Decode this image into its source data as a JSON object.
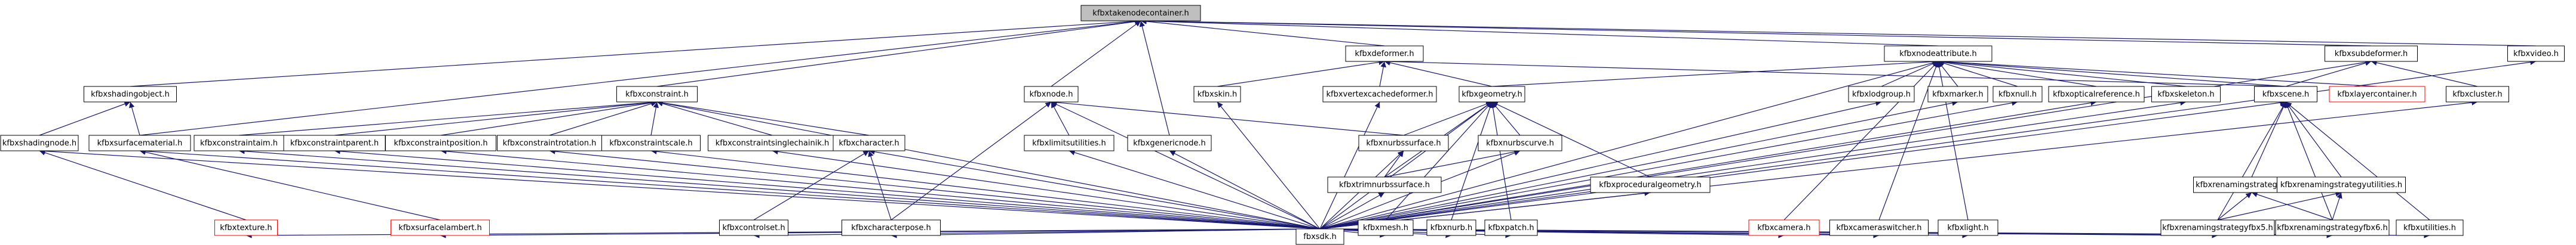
{
  "diagram": {
    "nodes": [
      {
        "id": "n_container",
        "label": "kfbxtakenodecontainer.h",
        "style": "root"
      },
      {
        "id": "n_shadingobject",
        "label": "kfbxshadingobject.h",
        "style": "normal"
      },
      {
        "id": "n_constraint",
        "label": "kfbxconstraint.h",
        "style": "normal"
      },
      {
        "id": "n_node",
        "label": "kfbxnode.h",
        "style": "normal"
      },
      {
        "id": "n_deformer",
        "label": "kfbxdeformer.h",
        "style": "normal"
      },
      {
        "id": "n_nodeattribute",
        "label": "kfbxnodeattribute.h",
        "style": "normal"
      },
      {
        "id": "n_subdeformer",
        "label": "kfbxsubdeformer.h",
        "style": "normal"
      },
      {
        "id": "n_video",
        "label": "kfbxvideo.h",
        "style": "normal"
      },
      {
        "id": "n_shadingnode",
        "label": "kfbxshadingnode.h",
        "style": "normal"
      },
      {
        "id": "n_surfacematerial",
        "label": "kfbxsurfacematerial.h",
        "style": "normal"
      },
      {
        "id": "n_constraintaim",
        "label": "kfbxconstraintaim.h",
        "style": "normal"
      },
      {
        "id": "n_constraintparent",
        "label": "kfbxconstraintparent.h",
        "style": "normal"
      },
      {
        "id": "n_constraintposition",
        "label": "kfbxconstraintposition.h",
        "style": "normal"
      },
      {
        "id": "n_constraintrotation",
        "label": "kfbxconstraintrotation.h",
        "style": "normal"
      },
      {
        "id": "n_constraintscale",
        "label": "kfbxconstraintscale.h",
        "style": "normal"
      },
      {
        "id": "n_constraintsinglechainik",
        "label": "kfbxconstraintsinglechainik.h",
        "style": "normal"
      },
      {
        "id": "n_character",
        "label": "kfbxcharacter.h",
        "style": "normal"
      },
      {
        "id": "n_limitsutilities",
        "label": "kfbxlimitsutilities.h",
        "style": "normal"
      },
      {
        "id": "n_skin",
        "label": "kfbxskin.h",
        "style": "normal"
      },
      {
        "id": "n_genericnode",
        "label": "kfbxgenericnode.h",
        "style": "normal"
      },
      {
        "id": "n_vertexcachedeformer",
        "label": "kfbxvertexcachedeformer.h",
        "style": "normal"
      },
      {
        "id": "n_geometry",
        "label": "kfbxgeometry.h",
        "style": "normal"
      },
      {
        "id": "n_nurbssurface",
        "label": "kfbxnurbssurface.h",
        "style": "normal"
      },
      {
        "id": "n_nurbscurve",
        "label": "kfbxnurbscurve.h",
        "style": "normal"
      },
      {
        "id": "n_proceduralgeometry",
        "label": "kfbxproceduralgeometry.h",
        "style": "normal"
      },
      {
        "id": "n_trimnurbssurface",
        "label": "kfbxtrimnurbssurface.h",
        "style": "normal"
      },
      {
        "id": "n_mesh",
        "label": "kfbxmesh.h",
        "style": "normal"
      },
      {
        "id": "n_nurb",
        "label": "kfbxnurb.h",
        "style": "normal"
      },
      {
        "id": "n_patch",
        "label": "kfbxpatch.h",
        "style": "normal"
      },
      {
        "id": "n_lodgroup",
        "label": "kfbxlodgroup.h",
        "style": "normal"
      },
      {
        "id": "n_marker",
        "label": "kfbxmarker.h",
        "style": "normal"
      },
      {
        "id": "n_null",
        "label": "kfbxnull.h",
        "style": "normal"
      },
      {
        "id": "n_opticalreference",
        "label": "kfbxopticalreference.h",
        "style": "normal"
      },
      {
        "id": "n_skeleton",
        "label": "kfbxskeleton.h",
        "style": "normal"
      },
      {
        "id": "n_scene",
        "label": "kfbxscene.h",
        "style": "normal"
      },
      {
        "id": "n_layercontainer",
        "label": "kfbxlayercontainer.h",
        "style": "red"
      },
      {
        "id": "n_cluster",
        "label": "kfbxcluster.h",
        "style": "normal"
      },
      {
        "id": "n_camera",
        "label": "kfbxcamera.h",
        "style": "red"
      },
      {
        "id": "n_cameraswitcher",
        "label": "kfbxcameraswitcher.h",
        "style": "normal"
      },
      {
        "id": "n_light",
        "label": "kfbxlight.h",
        "style": "normal"
      },
      {
        "id": "n_renamingstrategybase",
        "label": "kfbxrenamingstrategybase.h",
        "style": "normal"
      },
      {
        "id": "n_renamingstrategyutilities",
        "label": "kfbxrenamingstrategyutilities.h",
        "style": "normal"
      },
      {
        "id": "n_renamingstrategyfbx5",
        "label": "kfbxrenamingstrategyfbx5.h",
        "style": "normal"
      },
      {
        "id": "n_renamingstrategyfbx6",
        "label": "kfbxrenamingstrategyfbx6.h",
        "style": "normal"
      },
      {
        "id": "n_utilities",
        "label": "kfbxutilities.h",
        "style": "normal"
      },
      {
        "id": "n_texture",
        "label": "kfbxtexture.h",
        "style": "red"
      },
      {
        "id": "n_surfacelambert",
        "label": "kfbxsurfacelambert.h",
        "style": "red"
      },
      {
        "id": "n_controlset",
        "label": "kfbxcontrolset.h",
        "style": "normal"
      },
      {
        "id": "n_characterpose",
        "label": "kfbxcharacterpose.h",
        "style": "normal"
      },
      {
        "id": "n_sdk",
        "label": "fbxsdk.h",
        "style": "normal"
      }
    ],
    "edges": [
      [
        "n_shadingobject",
        "n_container"
      ],
      [
        "n_constraint",
        "n_container"
      ],
      [
        "n_node",
        "n_container"
      ],
      [
        "n_deformer",
        "n_container"
      ],
      [
        "n_nodeattribute",
        "n_container"
      ],
      [
        "n_subdeformer",
        "n_container"
      ],
      [
        "n_video",
        "n_container"
      ],
      [
        "n_surfacematerial",
        "n_container"
      ],
      [
        "n_genericnode",
        "n_container"
      ],
      [
        "n_shadingnode",
        "n_shadingobject"
      ],
      [
        "n_surfacematerial",
        "n_shadingobject"
      ],
      [
        "n_constraintaim",
        "n_constraint"
      ],
      [
        "n_constraintparent",
        "n_constraint"
      ],
      [
        "n_constraintposition",
        "n_constraint"
      ],
      [
        "n_constraintrotation",
        "n_constraint"
      ],
      [
        "n_constraintscale",
        "n_constraint"
      ],
      [
        "n_constraintsinglechainik",
        "n_constraint"
      ],
      [
        "n_character",
        "n_constraint"
      ],
      [
        "n_sdk",
        "n_constraint"
      ],
      [
        "n_limitsutilities",
        "n_node"
      ],
      [
        "n_characterpose",
        "n_node"
      ],
      [
        "n_nurbssurface",
        "n_node"
      ],
      [
        "n_sdk",
        "n_node"
      ],
      [
        "n_skin",
        "n_deformer"
      ],
      [
        "n_vertexcachedeformer",
        "n_deformer"
      ],
      [
        "n_geometry",
        "n_deformer"
      ],
      [
        "n_scene",
        "n_deformer"
      ],
      [
        "n_geometry",
        "n_nodeattribute"
      ],
      [
        "n_lodgroup",
        "n_nodeattribute"
      ],
      [
        "n_marker",
        "n_nodeattribute"
      ],
      [
        "n_null",
        "n_nodeattribute"
      ],
      [
        "n_opticalreference",
        "n_nodeattribute"
      ],
      [
        "n_skeleton",
        "n_nodeattribute"
      ],
      [
        "n_scene",
        "n_nodeattribute"
      ],
      [
        "n_layercontainer",
        "n_nodeattribute"
      ],
      [
        "n_camera",
        "n_nodeattribute"
      ],
      [
        "n_cameraswitcher",
        "n_nodeattribute"
      ],
      [
        "n_light",
        "n_nodeattribute"
      ],
      [
        "n_sdk",
        "n_nodeattribute"
      ],
      [
        "n_scene",
        "n_subdeformer"
      ],
      [
        "n_cluster",
        "n_subdeformer"
      ],
      [
        "n_sdk",
        "n_subdeformer"
      ],
      [
        "n_sdk",
        "n_video"
      ],
      [
        "n_nurbssurface",
        "n_geometry"
      ],
      [
        "n_nurbscurve",
        "n_geometry"
      ],
      [
        "n_trimnurbssurface",
        "n_geometry"
      ],
      [
        "n_mesh",
        "n_geometry"
      ],
      [
        "n_nurb",
        "n_geometry"
      ],
      [
        "n_patch",
        "n_geometry"
      ],
      [
        "n_proceduralgeometry",
        "n_geometry"
      ],
      [
        "n_sdk",
        "n_geometry"
      ],
      [
        "n_renamingstrategybase",
        "n_scene"
      ],
      [
        "n_renamingstrategyutilities",
        "n_scene"
      ],
      [
        "n_renamingstrategyfbx5",
        "n_scene"
      ],
      [
        "n_renamingstrategyfbx6",
        "n_scene"
      ],
      [
        "n_utilities",
        "n_scene"
      ],
      [
        "n_sdk",
        "n_scene"
      ],
      [
        "n_renamingstrategyfbx5",
        "n_renamingstrategybase"
      ],
      [
        "n_renamingstrategyfbx6",
        "n_renamingstrategybase"
      ],
      [
        "n_renamingstrategyfbx5",
        "n_renamingstrategyutilities"
      ],
      [
        "n_renamingstrategyfbx6",
        "n_renamingstrategyutilities"
      ],
      [
        "n_sdk",
        "n_renamingstrategyfbx5"
      ],
      [
        "n_sdk",
        "n_renamingstrategyfbx6"
      ],
      [
        "n_sdk",
        "n_utilities"
      ],
      [
        "n_texture",
        "n_shadingnode"
      ],
      [
        "n_sdk",
        "n_shadingnode"
      ],
      [
        "n_surfacelambert",
        "n_surfacematerial"
      ],
      [
        "n_sdk",
        "n_surfacematerial"
      ],
      [
        "n_sdk",
        "n_constraintaim"
      ],
      [
        "n_sdk",
        "n_constraintparent"
      ],
      [
        "n_sdk",
        "n_constraintposition"
      ],
      [
        "n_sdk",
        "n_constraintrotation"
      ],
      [
        "n_sdk",
        "n_constraintscale"
      ],
      [
        "n_sdk",
        "n_constraintsinglechainik"
      ],
      [
        "n_controlset",
        "n_character"
      ],
      [
        "n_characterpose",
        "n_character"
      ],
      [
        "n_sdk",
        "n_character"
      ],
      [
        "n_sdk",
        "n_limitsutilities"
      ],
      [
        "n_sdk",
        "n_skin"
      ],
      [
        "n_sdk",
        "n_genericnode"
      ],
      [
        "n_sdk",
        "n_vertexcachedeformer"
      ],
      [
        "n_trimnurbssurface",
        "n_nurbssurface"
      ],
      [
        "n_sdk",
        "n_nurbssurface"
      ],
      [
        "n_trimnurbssurface",
        "n_nurbscurve"
      ],
      [
        "n_sdk",
        "n_nurbscurve"
      ],
      [
        "n_sdk",
        "n_proceduralgeometry"
      ],
      [
        "n_sdk",
        "n_trimnurbssurface"
      ],
      [
        "n_sdk",
        "n_mesh"
      ],
      [
        "n_sdk",
        "n_nurb"
      ],
      [
        "n_sdk",
        "n_patch"
      ],
      [
        "n_sdk",
        "n_lodgroup"
      ],
      [
        "n_sdk",
        "n_marker"
      ],
      [
        "n_sdk",
        "n_null"
      ],
      [
        "n_sdk",
        "n_opticalreference"
      ],
      [
        "n_sdk",
        "n_skeleton"
      ],
      [
        "n_sdk",
        "n_cluster"
      ],
      [
        "n_sdk",
        "n_camera"
      ],
      [
        "n_sdk",
        "n_cameraswitcher"
      ],
      [
        "n_sdk",
        "n_light"
      ],
      [
        "n_sdk",
        "n_texture"
      ],
      [
        "n_sdk",
        "n_surfacelambert"
      ],
      [
        "n_sdk",
        "n_controlset"
      ],
      [
        "n_sdk",
        "n_characterpose"
      ]
    ]
  }
}
